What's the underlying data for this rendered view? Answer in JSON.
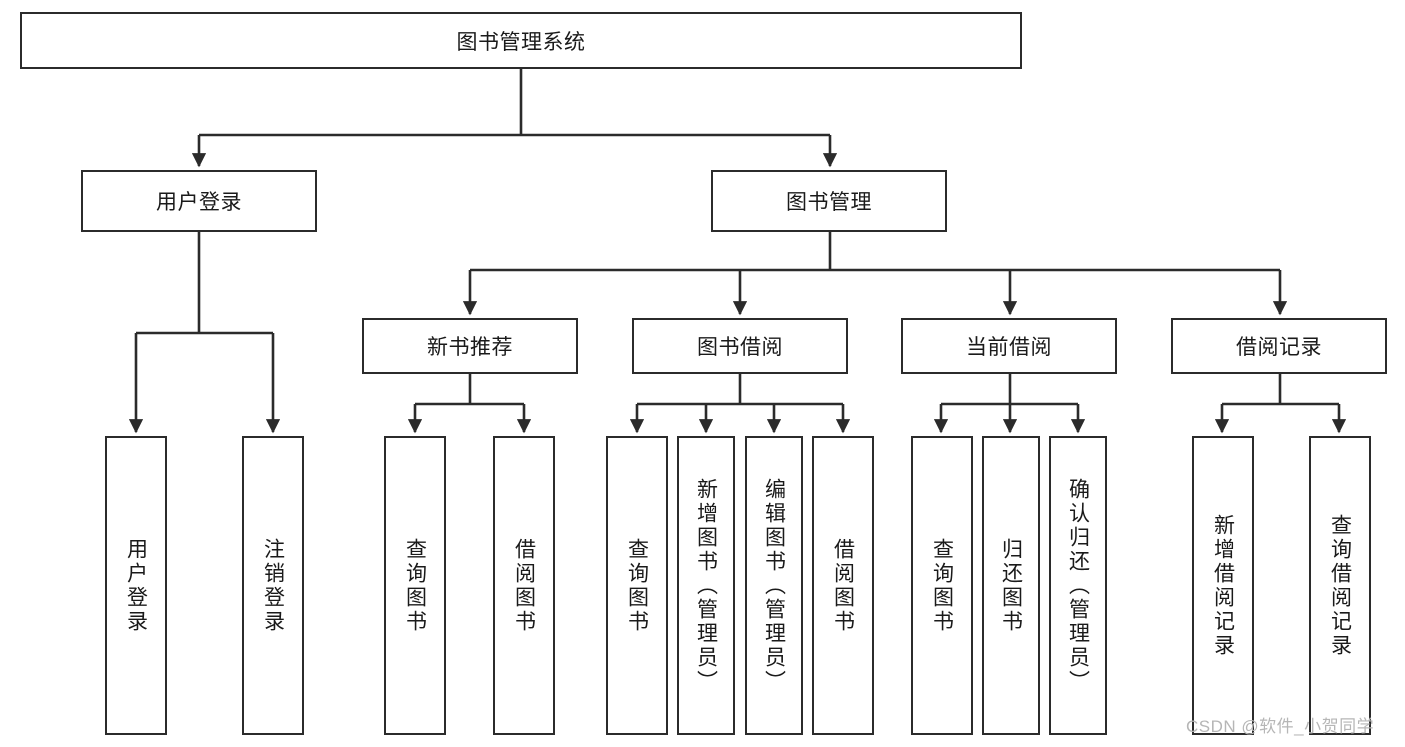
{
  "diagram": {
    "title": "图书管理系统",
    "watermark": "CSDN @软件_小贺同学",
    "stroke_color": "#2b2b2b",
    "background_color": "#ffffff",
    "text_color": "#1a1a1a",
    "root": {
      "id": "root",
      "label": "图书管理系统"
    },
    "level2": [
      {
        "id": "user-login",
        "label": "用户登录"
      },
      {
        "id": "book-management",
        "label": "图书管理"
      }
    ],
    "level3": [
      {
        "id": "new-book-recommend",
        "label": "新书推荐"
      },
      {
        "id": "book-borrow",
        "label": "图书借阅"
      },
      {
        "id": "current-borrow",
        "label": "当前借阅"
      },
      {
        "id": "borrow-record",
        "label": "借阅记录"
      }
    ],
    "leaves": {
      "user-login": [
        {
          "id": "leaf-user-login",
          "label": "用户登录"
        },
        {
          "id": "leaf-logout-login",
          "label": "注销登录"
        }
      ],
      "new-book-recommend": [
        {
          "id": "leaf-query-book-1",
          "label": "查询图书"
        },
        {
          "id": "leaf-borrow-book-1",
          "label": "借阅图书"
        }
      ],
      "book-borrow": [
        {
          "id": "leaf-query-book-2",
          "label": "查询图书"
        },
        {
          "id": "leaf-add-book-admin",
          "label": "新增图书（管理员）"
        },
        {
          "id": "leaf-edit-book-admin",
          "label": "编辑图书（管理员）"
        },
        {
          "id": "leaf-borrow-book-2",
          "label": "借阅图书"
        }
      ],
      "current-borrow": [
        {
          "id": "leaf-query-book-3",
          "label": "查询图书"
        },
        {
          "id": "leaf-return-book",
          "label": "归还图书"
        },
        {
          "id": "leaf-confirm-return-admin",
          "label": "确认归还（管理员）"
        }
      ],
      "borrow-record": [
        {
          "id": "leaf-add-borrow-record",
          "label": "新增借阅记录"
        },
        {
          "id": "leaf-query-borrow-record",
          "label": "查询借阅记录"
        }
      ]
    }
  }
}
